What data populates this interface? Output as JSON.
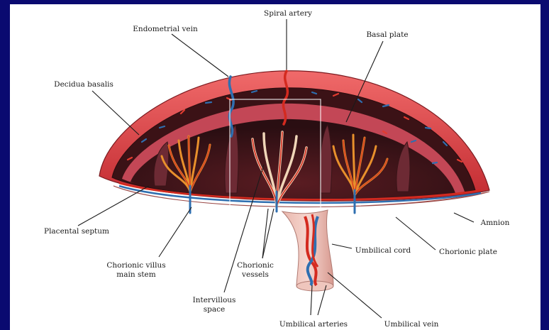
{
  "labels": {
    "spiral_artery": "Spiral artery",
    "endometrial_vein": "Endometrial vein",
    "basal_plate": "Basal plate",
    "decidua_basalis": "Decidua basalis",
    "placental_septum": "Placental septum",
    "amnion": "Amnion",
    "chorionic_plate": "Chorionic plate",
    "umbilical_cord": "Umbilical cord",
    "chorionic_villus_line1": "Chorionic villus",
    "chorionic_villus_line2": "main stem",
    "chorionic_vessels_line1": "Chorionic",
    "chorionic_vessels_line2": "vessels",
    "intervillous_line1": "Intervillous",
    "intervillous_line2": "space",
    "umbilical_arteries": "Umbilical arteries",
    "umbilical_vein": "Umbilical vein"
  },
  "colors": {
    "background_border": "#0a0a70",
    "artery_red": "#d42a1f",
    "vein_blue": "#2f6fb0",
    "decidua_pink": "#e7545a",
    "tissue_dark": "#3a1418",
    "villi_orange": "#e8902c"
  }
}
